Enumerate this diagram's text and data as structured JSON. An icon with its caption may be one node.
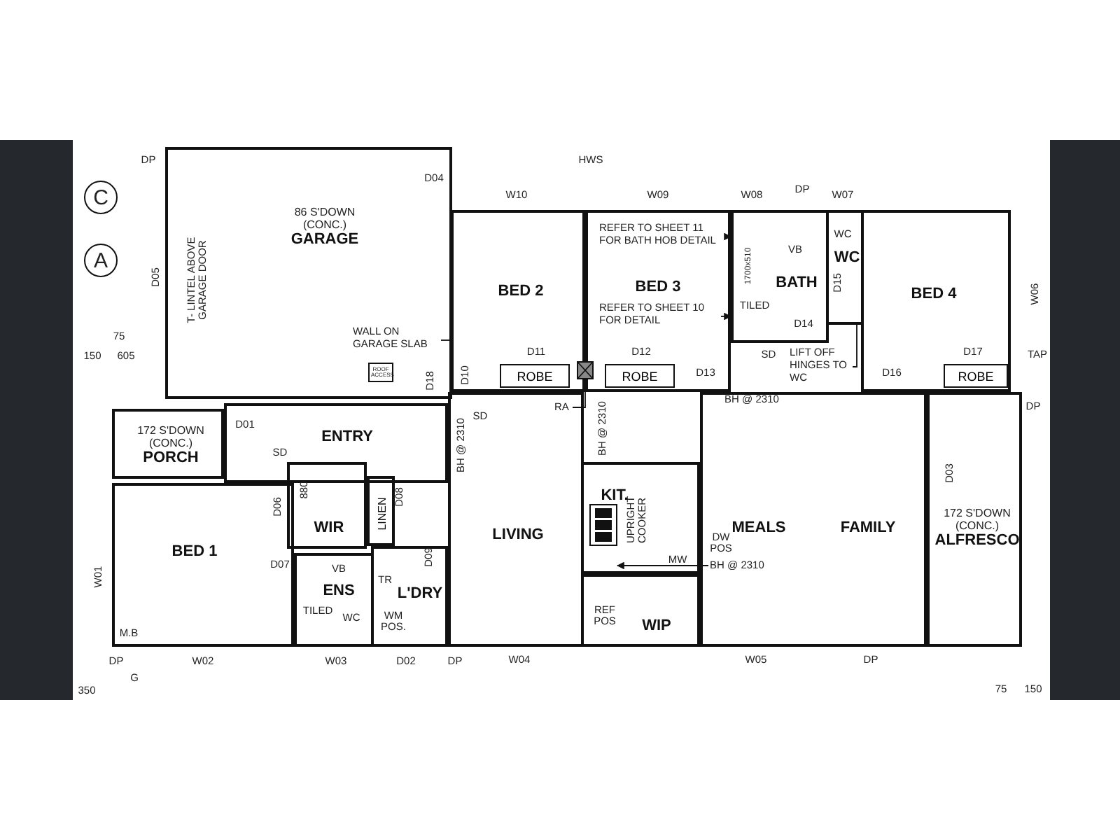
{
  "diagram": {
    "nodes": [
      {
        "text": [
          "86 S'DOWN (CONC.)",
          "GARAGE"
        ]
      },
      {
        "text": [
          "WALL ON GARAGE SLAB"
        ],
        "in": 0
      },
      {
        "text": [
          "BED 2"
        ]
      },
      {
        "text": [
          "ROBE"
        ],
        "in": 2
      },
      {
        "text": [
          "BED 3"
        ]
      },
      {
        "text": [
          "REFER TO SHEET 11 FOR BATH HOB DETAIL"
        ],
        "in": 4
      },
      {
        "text": [
          "REFER TO SHEET 10 FOR DETAIL"
        ],
        "in": 4
      },
      {
        "text": [
          "ROBE"
        ],
        "in": 4
      },
      {
        "text": [
          "BATH"
        ]
      },
      {
        "text": [
          "WC"
        ]
      },
      {
        "text": [
          "LIFT OFF HINGES TO WC"
        ]
      },
      {
        "text": [
          "BED 4"
        ]
      },
      {
        "text": [
          "ROBE"
        ],
        "in": 11
      },
      {
        "text": [
          "RA"
        ],
        "in": 21
      },
      {
        "text": [
          "172 S'DOWN (CONC.)",
          "PORCH"
        ]
      },
      {
        "text": [
          "ENTRY"
        ]
      },
      {
        "text": [
          "WIR"
        ]
      },
      {
        "text": [
          "LINEN"
        ]
      },
      {
        "text": [
          "BED 1"
        ]
      },
      {
        "text": [
          "ENS"
        ]
      },
      {
        "text": [
          "L'DRY"
        ]
      },
      {
        "text": [
          "LIVING"
        ]
      },
      {
        "text": [
          "KIT."
        ]
      },
      {
        "text": [
          "MEALS"
        ]
      },
      {
        "text": [
          "BH @ 2310"
        ],
        "in": 23
      },
      {
        "text": [
          "FAMILY"
        ]
      },
      {
        "text": [
          "172 S'DOWN (CONC.)",
          "ALFRESCO"
        ]
      },
      {
        "text": [
          "WIP"
        ]
      },
      {
        "text": [],
        "shape": "box"
      },
      {
        "text": [],
        "shape": "box",
        "in": 22
      }
    ],
    "edges": [
      {
        "from": 1,
        "to": 0,
        "arrow": "none"
      },
      {
        "from": 5,
        "to": 8,
        "arrow": "to"
      },
      {
        "from": 6,
        "to": 8,
        "arrow": "to"
      },
      {
        "from": 10,
        "to": 9,
        "arrow": "none"
      },
      {
        "from": 13,
        "to": 28,
        "arrow": "none"
      },
      {
        "from": 24,
        "to": 29,
        "arrow": "to"
      }
    ],
    "labels": [
      "DP",
      "D04",
      "HWS",
      "W10",
      "W09",
      "W08",
      "DP",
      "W07",
      "C",
      "A",
      "D05",
      "T- LINTEL ABOVE GARAGE DOOR",
      "1700x510",
      "VB",
      "WC",
      "D15",
      "W06",
      "ROOF ACCESS",
      "D18",
      "D10",
      "D11",
      "D12",
      "TILED",
      "D14",
      "D13",
      "SD",
      "D16",
      "D17",
      "TAP",
      "75",
      "150",
      "605",
      "DP",
      "BH @ 2310",
      "D01",
      "BH @ 2310",
      "SD",
      "BH @ 2310",
      "SD",
      "880",
      "D06",
      "D08",
      "D03",
      "UPRIGHT COOKER",
      "DW POS",
      "D09",
      "D07",
      "VB",
      "TR",
      "TILED",
      "WC",
      "WM POS.",
      "MW",
      "REF POS",
      "W01",
      "M.B",
      "DP",
      "G",
      "W02",
      "W03",
      "D02",
      "DP",
      "W04",
      "W05",
      "DP",
      "350",
      "75",
      "150"
    ]
  }
}
